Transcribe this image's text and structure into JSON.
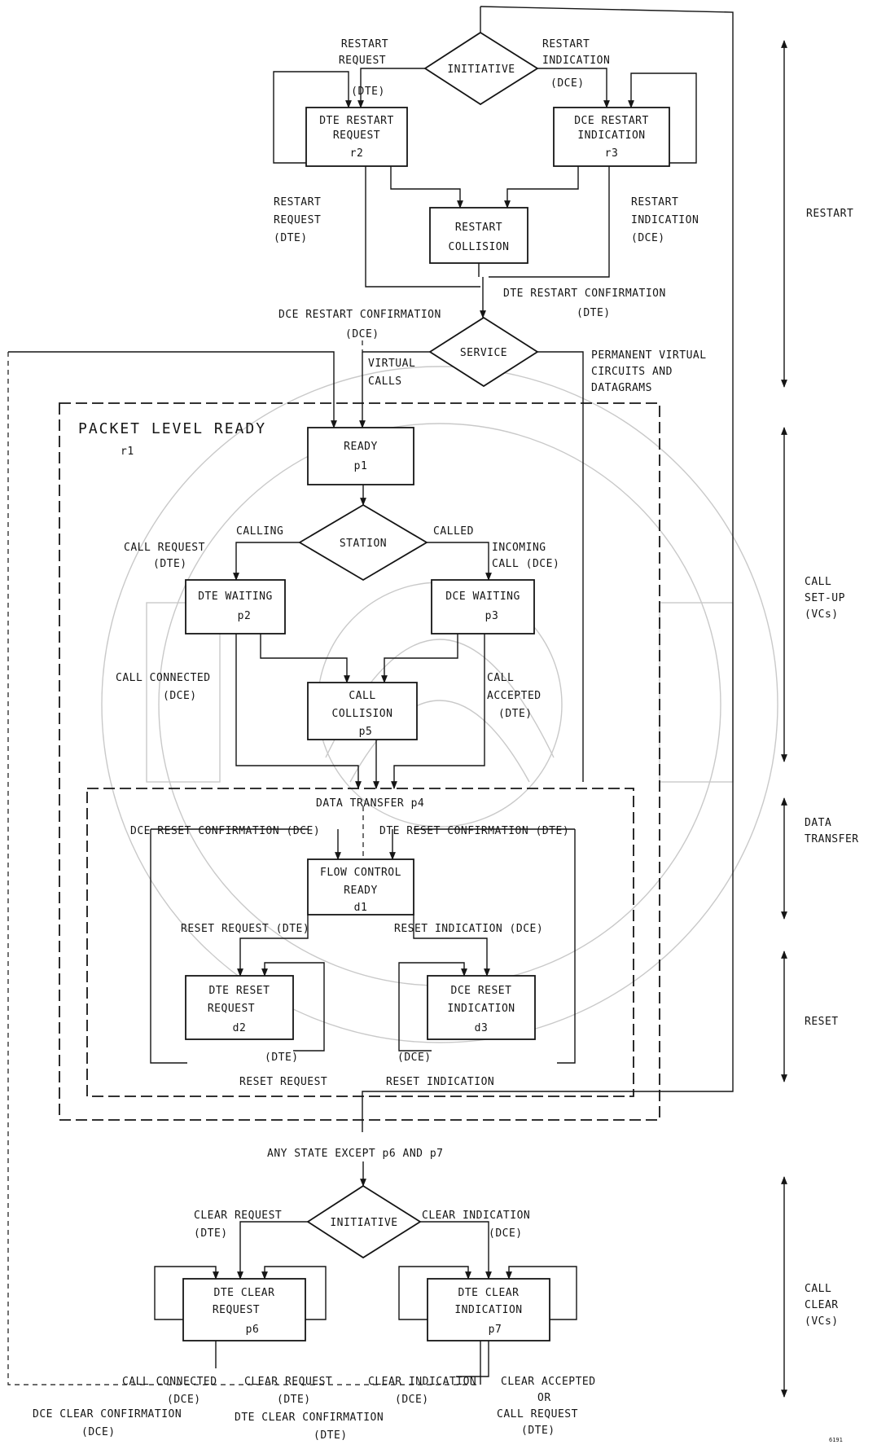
{
  "states": {
    "initiative_restart": "INITIATIVE",
    "dte_restart_request": [
      "DTE RESTART",
      "REQUEST",
      "r2"
    ],
    "dce_restart_indication": [
      "DCE RESTART",
      "INDICATION",
      "r3"
    ],
    "restart_collision": [
      "RESTART",
      "COLLISION"
    ],
    "service": "SERVICE",
    "packet_level_ready": [
      "PACKET LEVEL READY",
      "r1"
    ],
    "ready": [
      "READY",
      "p1"
    ],
    "station": "STATION",
    "dte_waiting": [
      "DTE WAITING",
      "p2"
    ],
    "dce_waiting": [
      "DCE WAITING",
      "p3"
    ],
    "call_collision": [
      "CALL",
      "COLLISION",
      "p5"
    ],
    "data_transfer": "DATA TRANSFER p4",
    "flow_control_ready": [
      "FLOW CONTROL",
      "READY",
      "d1"
    ],
    "dte_reset_request": [
      "DTE RESET",
      "REQUEST",
      "d2"
    ],
    "dce_reset_indication": [
      "DCE RESET",
      "INDICATION",
      "d3"
    ],
    "initiative_clear": "INITIATIVE",
    "dte_clear_request": [
      "DTE CLEAR",
      "REQUEST",
      "p6"
    ],
    "dte_clear_indication": [
      "DTE CLEAR",
      "INDICATION",
      "p7"
    ]
  },
  "labels": {
    "restart_request_top": [
      "RESTART",
      "REQUEST",
      "(DTE)"
    ],
    "restart_indication_top": [
      "RESTART",
      "INDICATION",
      "(DCE)"
    ],
    "restart_request_left": [
      "RESTART",
      "REQUEST",
      "(DTE)"
    ],
    "restart_indication_right": [
      "RESTART",
      "INDICATION",
      "(DCE)"
    ],
    "dte_restart_confirmation": [
      "DTE RESTART CONFIRMATION",
      "(DTE)"
    ],
    "dce_restart_confirmation": [
      "DCE RESTART CONFIRMATION",
      "(DCE)"
    ],
    "virtual_calls": [
      "VIRTUAL",
      "CALLS"
    ],
    "permanent_virtual": [
      "PERMANENT VIRTUAL",
      "CIRCUITS AND",
      "DATAGRAMS"
    ],
    "calling": "CALLING",
    "called": "CALLED",
    "call_request": [
      "CALL REQUEST",
      "(DTE)"
    ],
    "incoming_call": [
      "INCOMING",
      "CALL  (DCE)"
    ],
    "call_connected": [
      "CALL CONNECTED",
      "(DCE)"
    ],
    "call_accepted": [
      "CALL",
      "ACCEPTED",
      "(DTE)"
    ],
    "dce_reset_confirmation": "DCE RESET CONFIRMATION (DCE)",
    "dte_reset_confirmation": "DTE RESET CONFIRMATION (DTE)",
    "reset_request_dte": "RESET REQUEST (DTE)",
    "reset_indication_dce": "RESET INDICATION (DCE)",
    "dte_small": "(DTE)",
    "dce_small": "(DCE)",
    "reset_request": "RESET REQUEST",
    "reset_indication": "RESET INDICATION",
    "any_state": "ANY STATE EXCEPT p6 AND p7",
    "clear_request_top": [
      "CLEAR REQUEST",
      "(DTE)"
    ],
    "clear_indication_top": [
      "CLEAR INDICATION",
      "(DCE)"
    ],
    "call_connected_bottom": [
      "CALL CONNECTED",
      "(DCE)"
    ],
    "clear_request_bottom": [
      "CLEAR REQUEST",
      "(DTE)"
    ],
    "clear_indication_bottom": [
      "CLEAR INDICATION",
      "(DCE)"
    ],
    "clear_accepted": [
      "CLEAR ACCEPTED",
      "OR",
      "CALL REQUEST",
      "(DTE)"
    ],
    "dce_clear_confirmation": [
      "DCE CLEAR CONFIRMATION",
      "(DCE)"
    ],
    "dte_clear_confirmation": [
      "DTE CLEAR CONFIRMATION",
      "(DTE)"
    ]
  },
  "phases": {
    "restart": "RESTART",
    "call_setup": [
      "CALL",
      "SET-UP",
      "(VCs)"
    ],
    "data_transfer": [
      "DATA",
      "TRANSFER"
    ],
    "reset": "RESET",
    "call_clear": [
      "CALL",
      "CLEAR",
      "(VCs)"
    ]
  },
  "figure_code": "6191"
}
